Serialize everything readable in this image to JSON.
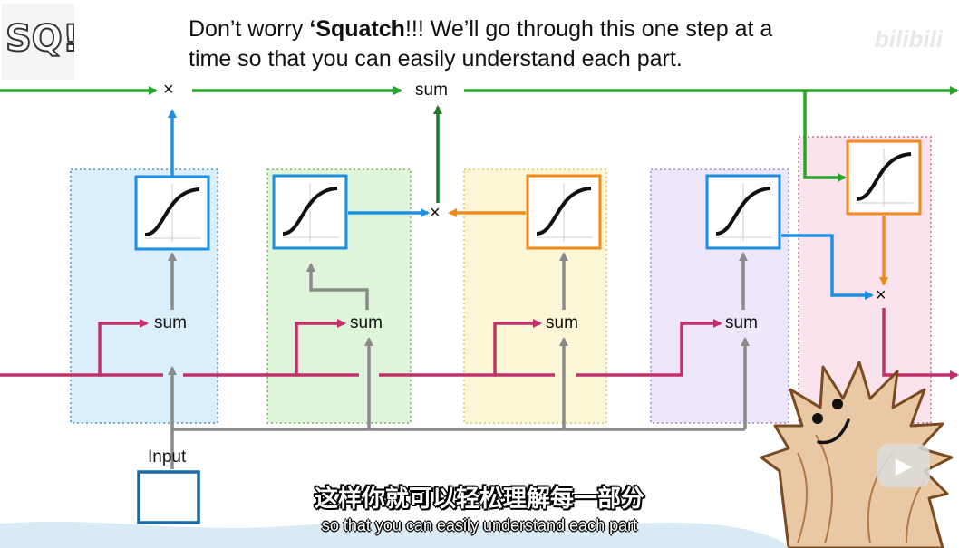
{
  "caption": {
    "part1": "Don’t worry ",
    "bold": "‘Squatch",
    "part2": "!!! We’ll go through this one step at a time so that you can easily understand each part."
  },
  "labels": {
    "sum_top": "sum",
    "sum1": "sum",
    "sum2": "sum",
    "sum3": "sum",
    "sum4": "sum",
    "times_top": "×",
    "times_mid": "×",
    "times_right": "×",
    "input": "Input"
  },
  "subtitles": {
    "chinese": "这样你就可以轻松理解每一部分",
    "english": "so that you can easily understand each part"
  },
  "watermark": "bilibili",
  "logo_text": "SQ!",
  "colors": {
    "green": "#2aa32a",
    "blue": "#1e90e0",
    "orange": "#f08a1c",
    "magenta": "#c2306a",
    "gray": "#8a8a8a",
    "dark_green": "#1f7a2a"
  }
}
